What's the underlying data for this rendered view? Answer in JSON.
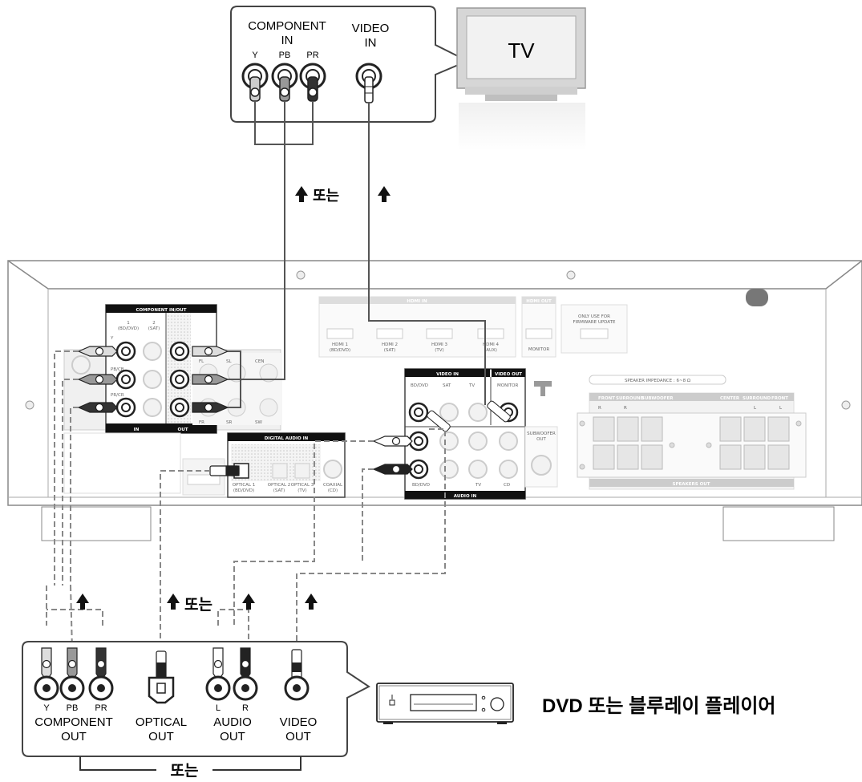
{
  "tv": {
    "label": "TV",
    "component_in": [
      "COMPONENT",
      "IN"
    ],
    "video_in": [
      "VIDEO",
      "IN"
    ],
    "jacks": [
      "Y",
      "PB",
      "PR"
    ]
  },
  "connector": {
    "or_text": "또는"
  },
  "receiver": {
    "component_panel_title": "COMPONENT IN/OUT",
    "component_in_1": [
      "1",
      "(BD/DVD)"
    ],
    "component_in_2": [
      "2",
      "(SAT)"
    ],
    "component_y": "Y",
    "component_pb": "PB/CB",
    "component_pr": "PR/CR",
    "component_in": "IN",
    "component_out": "OUT",
    "hdmi_in_title": "HDMI IN",
    "hdmi_inputs": [
      [
        "HDMI 1",
        "(BD/DVD)"
      ],
      [
        "HDMI 2",
        "(SAT)"
      ],
      [
        "HDMI 3",
        "(TV)"
      ],
      [
        "HDMI 4",
        "(AUX)"
      ]
    ],
    "hdmi_out_title": "HDMI OUT",
    "hdmi_monitor": "MONITOR",
    "firmware": [
      "ONLY USE FOR",
      "FIRMWARE UPDATE"
    ],
    "video_in_title": "VIDEO IN",
    "video_out_title": "VIDEO OUT",
    "video_labels": [
      "BD/DVD",
      "SAT",
      "TV",
      "MONITOR"
    ],
    "audio_in_title": "AUDIO IN",
    "audio_labels": [
      "BD/DVD",
      "TV",
      "CD"
    ],
    "digital_audio_title": "DIGITAL AUDIO IN",
    "digital_inputs": [
      [
        "OPTICAL 1",
        "(BD/DVD)"
      ],
      [
        "OPTICAL 2",
        "(SAT)"
      ],
      [
        "OPTICAL 3",
        "(TV)"
      ],
      [
        "COAXIAL",
        "(CD)"
      ]
    ],
    "preout_labels": [
      "FL",
      "SL",
      "CEN",
      "FR",
      "SR",
      "SW"
    ],
    "subwoofer_out": [
      "SUBWOOFER",
      "OUT"
    ],
    "speaker_impedance": "SPEAKER IMPEDANCE : 6~8 Ω",
    "speaker_headers": [
      "FRONT",
      "SURROUND",
      "SUBWOOFER",
      "CENTER",
      "SURROUND",
      "FRONT"
    ],
    "speaker_sub_headers": [
      "R",
      "R",
      "L",
      "L"
    ],
    "speakers_out": "SPEAKERS OUT"
  },
  "player": {
    "name": "DVD 또는 블루레이 플레이어",
    "component_jacks": [
      "Y",
      "PB",
      "PR"
    ],
    "out_labels": [
      [
        "COMPONENT",
        "OUT"
      ],
      [
        "OPTICAL",
        "OUT"
      ],
      [
        "AUDIO",
        "OUT"
      ],
      [
        "VIDEO",
        "OUT"
      ]
    ],
    "audio_jacks": [
      "L",
      "R"
    ]
  }
}
